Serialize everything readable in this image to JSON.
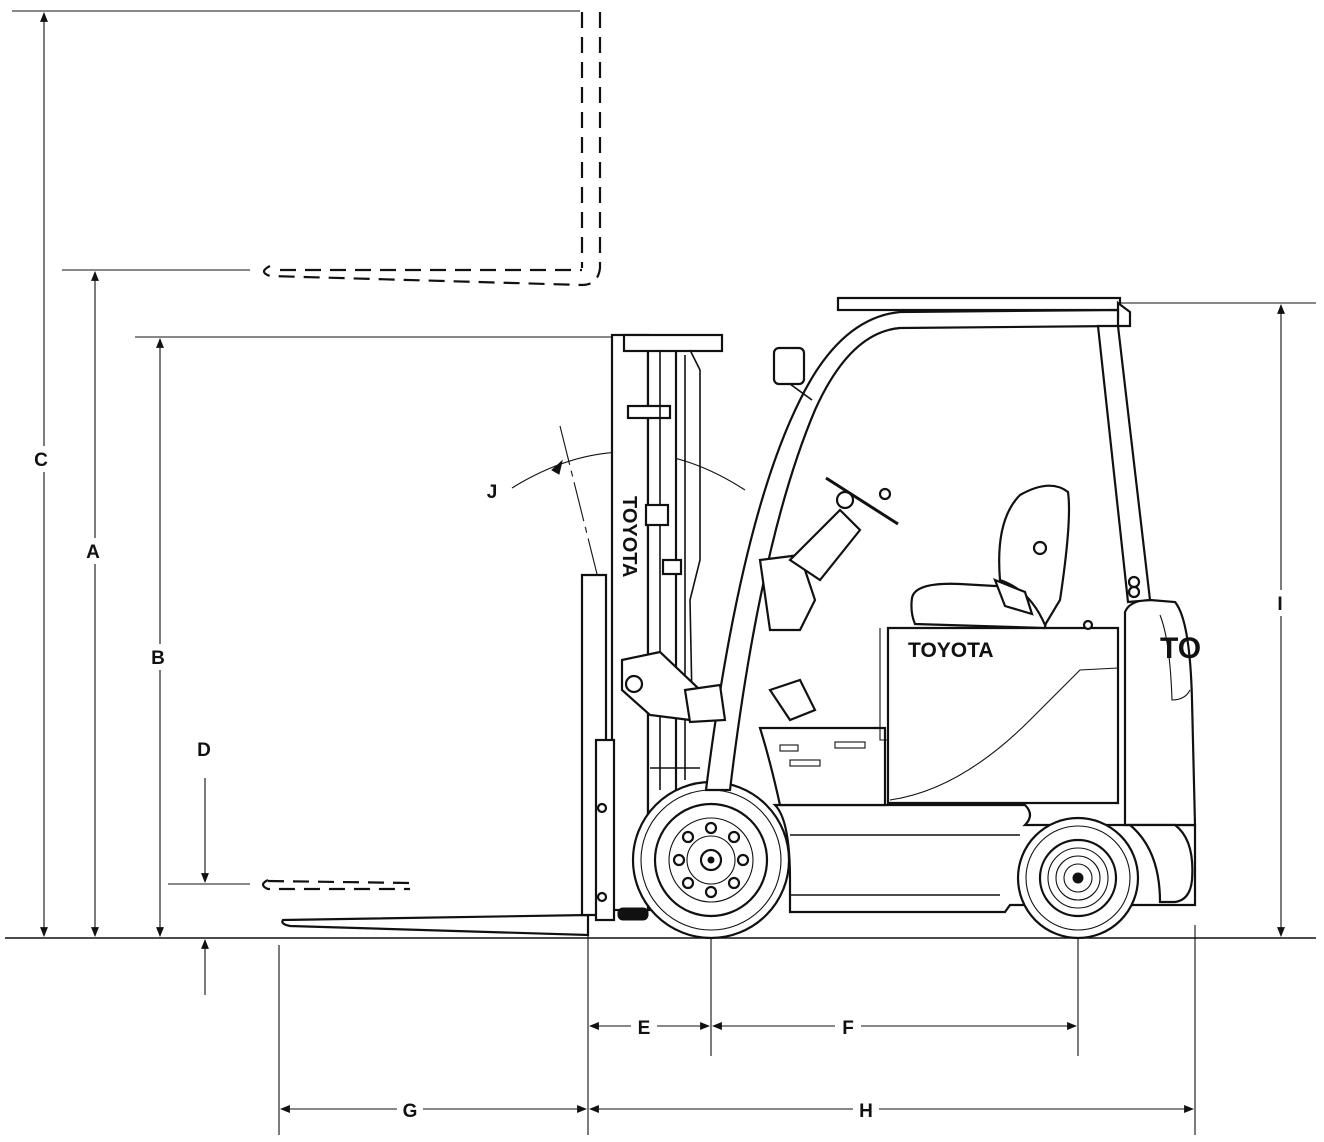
{
  "diagram": {
    "dimension_labels": {
      "A": "A",
      "B": "B",
      "C": "C",
      "D": "D",
      "E": "E",
      "F": "F",
      "G": "G",
      "H": "H",
      "I": "I",
      "J": "J"
    },
    "brand": {
      "mast": "TOYOTA",
      "counterweight": "TOYOTA",
      "rear": "TO"
    }
  }
}
